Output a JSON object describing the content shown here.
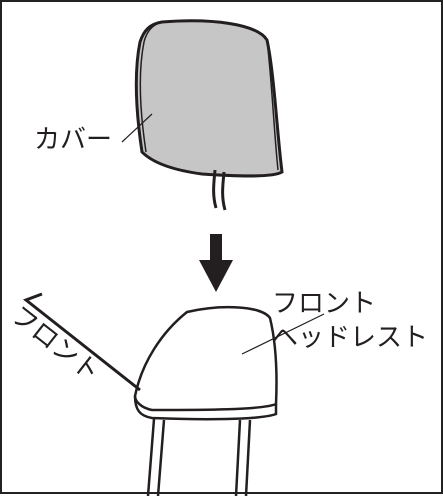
{
  "labels": {
    "cover": "カバー",
    "front_headrest_line1": "フロント",
    "front_headrest_line2": "ヘッドレスト",
    "front_direction": "フロント"
  },
  "colors": {
    "cover_fill": "#c6c6c6",
    "outline": "#231f20",
    "background": "#ffffff"
  }
}
